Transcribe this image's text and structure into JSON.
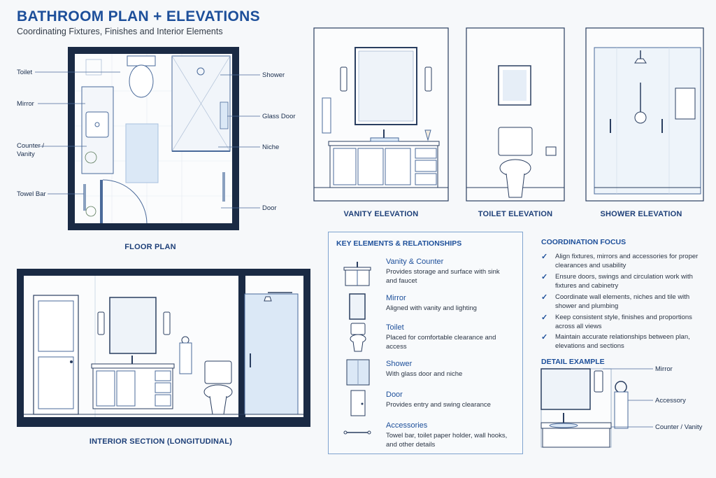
{
  "header": {
    "title": "BATHROOM PLAN + ELEVATIONS",
    "subtitle": "Coordinating Fixtures, Finishes and Interior Elements"
  },
  "floor_plan": {
    "caption": "FLOOR PLAN",
    "labels": {
      "toilet": "Toilet",
      "mirror": "Mirror",
      "counter": "Counter /\nVanity",
      "towel_bar": "Towel Bar",
      "shower": "Shower",
      "glass_door": "Glass Door",
      "niche": "Niche",
      "door": "Door"
    }
  },
  "elevations": {
    "vanity_caption": "VANITY ELEVATION",
    "toilet_caption": "TOILET ELEVATION",
    "shower_caption": "SHOWER ELEVATION"
  },
  "section": {
    "caption": "INTERIOR SECTION (LONGITUDINAL)"
  },
  "key_panel": {
    "title": "KEY ELEMENTS & RELATIONSHIPS",
    "items": [
      {
        "name": "Vanity & Counter",
        "desc": "Provides storage and surface with sink and faucet"
      },
      {
        "name": "Mirror",
        "desc": "Aligned with vanity and lighting"
      },
      {
        "name": "Toilet",
        "desc": "Placed for comfortable clearance and access"
      },
      {
        "name": "Shower",
        "desc": "With glass door and niche"
      },
      {
        "name": "Door",
        "desc": "Provides entry and swing clearance"
      },
      {
        "name": "Accessories",
        "desc": "Towel bar, toilet paper holder, wall hooks, and other details"
      }
    ]
  },
  "coordination": {
    "title": "COORDINATION FOCUS",
    "items": [
      "Align fixtures, mirrors and accessories for proper clearances and usability",
      "Ensure doors, swings and circulation work with fixtures and cabinetry",
      "Coordinate wall elements, niches and tile with shower and plumbing",
      "Keep consistent style, finishes and proportions across all views",
      "Maintain accurate relationships between plan, elevations and sections"
    ]
  },
  "detail": {
    "title": "DETAIL EXAMPLE",
    "labels": {
      "mirror": "Mirror",
      "accessory": "Accessory",
      "counter": "Counter / Vanity"
    }
  },
  "colors": {
    "accent": "#1d4f9a",
    "wall": "#1a2a44",
    "line": "#4a6a9a",
    "glass": "#dbe8f6"
  }
}
